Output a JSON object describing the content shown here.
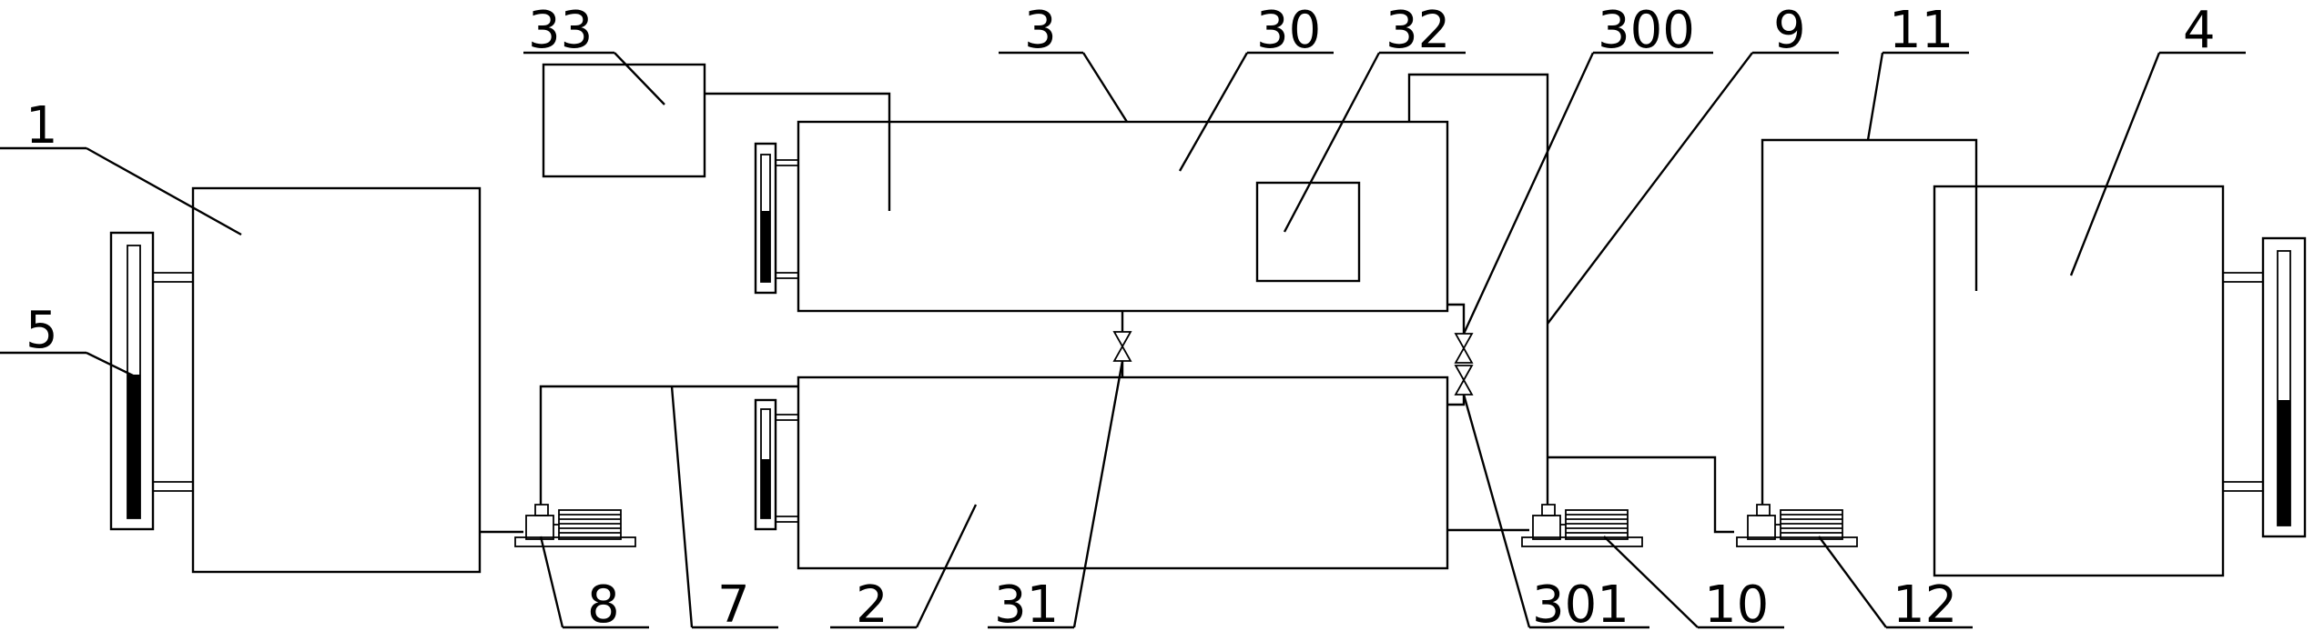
{
  "labels": {
    "tank_1": "1",
    "tank_2": "2",
    "tank_3": "3",
    "tank_4": "4",
    "gauge_5": "5",
    "pipe_7": "7",
    "pump_8": "8",
    "pipe_9": "9",
    "pump_10": "10",
    "pipe_11": "11",
    "pump_12": "12",
    "chamber_30": "30",
    "valve_31": "31",
    "unit_32": "32",
    "device_33": "33",
    "valve_300": "300",
    "valve_301": "301"
  }
}
